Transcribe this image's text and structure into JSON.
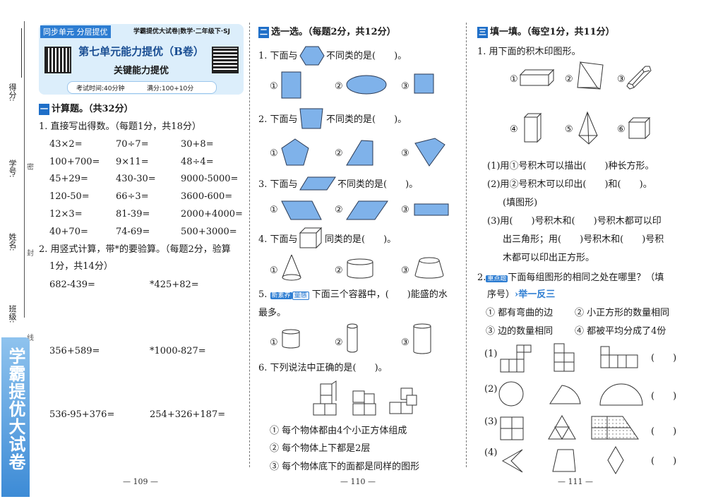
{
  "binding": {
    "score_label": "得分:",
    "id_label": "学号:",
    "name_label": "姓名:",
    "class_label": "班级:",
    "seal_chars": [
      "密",
      "封",
      "线"
    ],
    "brand_vertical": "学霸提优大试卷"
  },
  "header": {
    "tag": "同步单元 分层提优",
    "series": "学霸提优大试卷|数学·二年级下·SJ",
    "title": "第七单元能力提优（B卷）",
    "subtitle": "关键能力提优",
    "time": "考试时间:40分钟",
    "score": "满分:100+10分"
  },
  "section1": {
    "heading": "计算题。（共32分）",
    "q1": "1. 直接写出得数。（每题1分，共18分）",
    "oral": [
      [
        "43×2=",
        "70÷7=",
        "30+8="
      ],
      [
        "100+700=",
        "9×11=",
        "48÷4="
      ],
      [
        "45+29=",
        "430-30=",
        "9000-5000="
      ],
      [
        "120-50=",
        "66÷3=",
        "3600-600="
      ],
      [
        "12×3=",
        "81-39=",
        "2000+4000="
      ],
      [
        "40+70=",
        "74-69=",
        "500+3000="
      ]
    ],
    "q2a": "2. 用竖式计算，带*的要验算。（每题2分，验算",
    "q2b": "1分，共14分）",
    "written": [
      [
        "682-439=",
        "*425+82="
      ],
      [
        "356+589=",
        "*1000-827="
      ],
      [
        "536-95+376=",
        "254+326+187="
      ]
    ]
  },
  "section2": {
    "heading": "选一选。（每题2分，共12分）",
    "q1a": "1. 下面与",
    "q1b": "不同类的是(　　)。",
    "q2a": "2. 下面与",
    "q2b": "不同类的是(　　)。",
    "q3a": "3. 下面与",
    "q3b": "不同类的是(　　)。",
    "q4a": "4. 下面与",
    "q4b": "同类的是(　　)。",
    "q5_tag1": "新素养",
    "q5_tag2": "量感",
    "q5a": "下面三个容器中，(　　)能盛的水",
    "q5b": "最多。",
    "q6": "6. 下列说法中正确的是(　　)。",
    "opt1": "①",
    "opt2": "②",
    "opt3": "③",
    "s1": "① 每个物体都由4个小正方体组成",
    "s2": "② 每个物体上下都是2层",
    "s3": "③ 每个物体底下的面都是同样的图形"
  },
  "section3": {
    "heading": "填一填。（每空1分，共11分）",
    "q1": "1. 用下面的积木印图形。",
    "n1": "①",
    "n2": "②",
    "n3": "③",
    "n4": "④",
    "n5": "⑤",
    "n6": "⑥",
    "p1": "(1)用①号积木可以描出(　　)种长方形。",
    "p2a": "(2)用②号积木可以印出(　　)和(　　)。",
    "p2b": "(填图形)",
    "p3a": "(3)用(　　)号积木和(　　)号积木都可以印",
    "p3b": "出三角形；用(　　)号积木和(　　)号积",
    "p3c": "木都可以印出正方形。",
    "q2_tag": "重点题",
    "q2a": "下面每组图形的相同之处在哪里？（填",
    "q2b": "序号）",
    "q2_link": "举一反三",
    "c1": "① 都有弯曲的边",
    "c2": "② 小正方形的数量相同",
    "c3": "③ 边的数量相同",
    "c4": "④ 都被平均分成了4份",
    "r1": "(1)",
    "r2": "(2)",
    "r3": "(3)",
    "r4": "(4)",
    "blank": "(　　)"
  },
  "pages": {
    "p1": "— 109 —",
    "p2": "— 110 —",
    "p3": "— 111 —"
  }
}
